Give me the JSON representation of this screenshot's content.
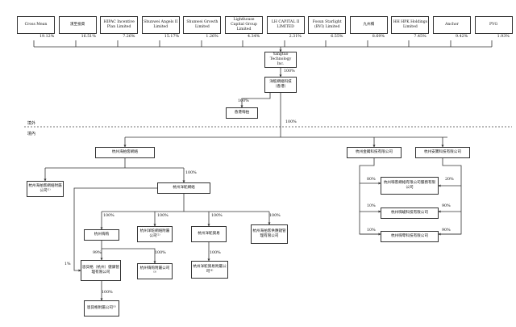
{
  "shareholders": [
    {
      "name": "Cross Mean",
      "pct": "19.12%"
    },
    {
      "name": "漢至投資",
      "pct": "16.51%"
    },
    {
      "name": "HIPAC Incentive Plan Limited",
      "pct": "7.26%"
    },
    {
      "name": "Shunwei Angels II Limited",
      "pct": "15.17%"
    },
    {
      "name": "Shunwei Growth Limited",
      "pct": "1.26%"
    },
    {
      "name": "Lighthouse Capital Group Limited",
      "pct": "4.34%"
    },
    {
      "name": "LH CAPITAL II LIMITED",
      "pct": "2.31%"
    },
    {
      "name": "Fosun Starlight (BVI) Limited",
      "pct": "6.55%"
    },
    {
      "name": "九州橋",
      "pct": "8.69%"
    },
    {
      "name": "HH HPK Holdings Limited",
      "pct": "7.45%"
    },
    {
      "name": "Anchor",
      "pct": "9.42%"
    },
    {
      "name": "PVG",
      "pct": "1.93%"
    }
  ],
  "regions": {
    "offshore": "境外",
    "onshore": "境內"
  },
  "entities": {
    "yangtuo": "Yangtuo Technology Inc.",
    "yangtuo_hk": "洋駝網絡科技\n（香港）",
    "hk_hipac": "香港嗨拍",
    "hz_haipai": "杭州海拍客網絡",
    "hz_haipai_sub": "杭州海拍客網絡附屬公司⁽¹⁾",
    "hz_yangtuo": "杭州洋駝網絡",
    "hz_hipac": "杭州嗨购",
    "hz_yangtuo_it": "杭州洋駝網絡附屬公司⁽²⁾",
    "hz_yangtuo_trade": "杭州洋駝貿易",
    "hz_haipai_supply": "杭州海拍客供應鏈管理有限公司",
    "mafu_hz": "恩貝格（杭州）健康管理有限公司",
    "hz_hipac_sub": "杭州嗨购附屬公司⁽³⁾",
    "hz_trade_sub": "杭州洋駝貿易附屬公司⁽⁴⁾",
    "mafu_sub": "恩貝格附屬公司⁽⁵⁾",
    "hz_jinzhi": "杭州金鐲科技有限公司",
    "hz_anyun": "杭州安寶科技有限公司",
    "hz_supply_chain": "杭州嗨客網絡有限公司服務有限公司",
    "hz_lingjing": "杭州嗨峻科技有限公司",
    "hz_lingzhi": "杭州嗨零科技有限公司"
  },
  "pcts": {
    "to_hk": "100%",
    "hk_to_hipac": "100%",
    "hk_to_onshore": "100%",
    "to_yangtuo": "100%",
    "yangtuo_c1": "100%",
    "yangtuo_c2": "100%",
    "yangtuo_c3": "100%",
    "yangtuo_c4": "100%",
    "to_mafu": "99%",
    "to_mafu_1": "1%",
    "to_hipac_sub": "100%",
    "to_trade_sub": "100%",
    "to_mafu_sub": "100%",
    "j_sc": "80%",
    "a_sc": "20%",
    "j_lj": "10%",
    "a_lj": "90%",
    "j_lz": "10%",
    "a_lz": "90%"
  }
}
